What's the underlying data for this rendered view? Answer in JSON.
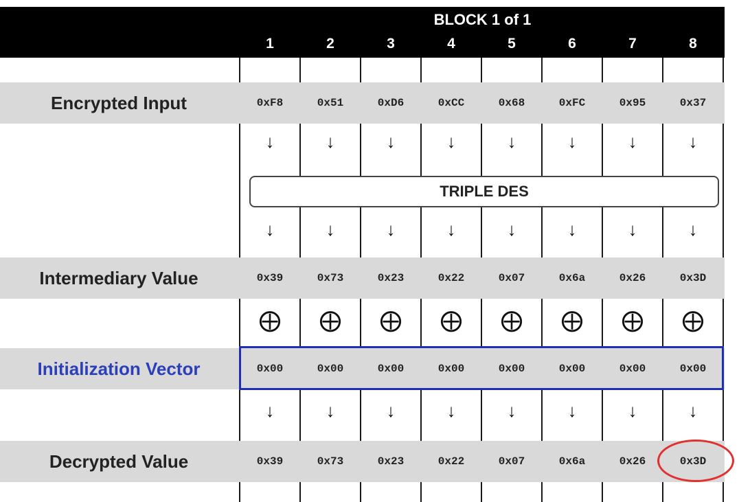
{
  "block_title": "BLOCK 1 of 1",
  "columns": [
    "1",
    "2",
    "3",
    "4",
    "5",
    "6",
    "7",
    "8"
  ],
  "cipher_label": "TRIPLE DES",
  "arrow_symbol": "↓",
  "xor_symbol": "⨁",
  "rows": {
    "encrypted_input": {
      "label": "Encrypted Input",
      "values": [
        "0xF8",
        "0x51",
        "0xD6",
        "0xCC",
        "0x68",
        "0xFC",
        "0x95",
        "0x37"
      ]
    },
    "intermediary_value": {
      "label": "Intermediary Value",
      "values": [
        "0x39",
        "0x73",
        "0x23",
        "0x22",
        "0x07",
        "0x6a",
        "0x26",
        "0x3D"
      ]
    },
    "initialization_vector": {
      "label": "Initialization Vector",
      "values": [
        "0x00",
        "0x00",
        "0x00",
        "0x00",
        "0x00",
        "0x00",
        "0x00",
        "0x00"
      ]
    },
    "decrypted_value": {
      "label": "Decrypted Value",
      "values": [
        "0x39",
        "0x73",
        "0x23",
        "0x22",
        "0x07",
        "0x6a",
        "0x26",
        "0x3D"
      ]
    }
  },
  "colors": {
    "header_bg": "#000000",
    "band_bg": "#d9d9d9",
    "iv_accent": "#1f2fb0",
    "highlight": "#e03030"
  }
}
